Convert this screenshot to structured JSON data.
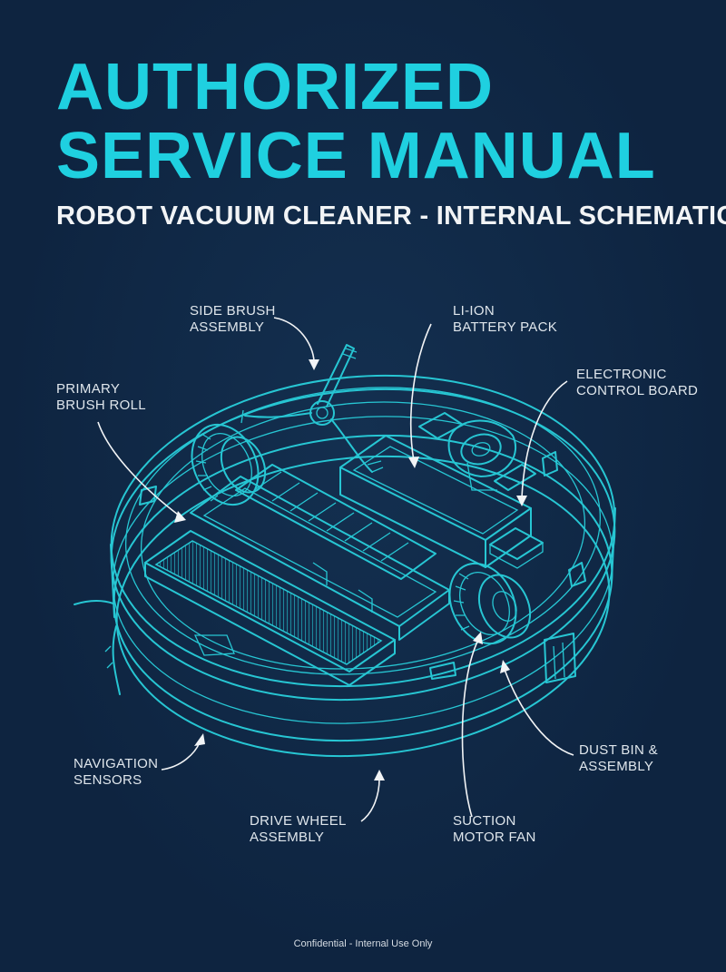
{
  "header": {
    "title": "AUTHORIZED\nSERVICE MANUAL",
    "subtitle": "ROBOT VACUUM CLEANER - INTERNAL SCHEMATIC"
  },
  "labels": {
    "side_brush": "SIDE BRUSH\nASSEMBLY",
    "battery": "LI-ION\nBATTERY PACK",
    "control_board": "ELECTRONIC\nCONTROL BOARD",
    "brush_roll": "PRIMARY\nBRUSH ROLL",
    "nav_sensors": "NAVIGATION\nSENSORS",
    "drive_wheel": "DRIVE WHEEL\nASSEMBLY",
    "suction_fan": "SUCTION\nMOTOR FAN",
    "dust_bin": "DUST BIN &\nASSEMBLY"
  },
  "footer": {
    "note": "Confidential - Internal Use Only"
  },
  "colors": {
    "background": "#0e2440",
    "accent": "#1fd0e0",
    "line": "#27c6d3",
    "text": "#f2f4f6"
  }
}
